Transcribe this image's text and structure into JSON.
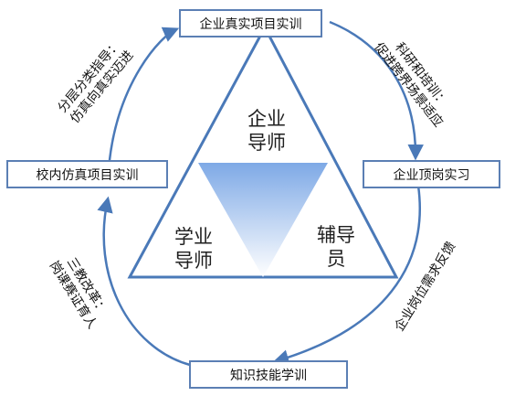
{
  "nodes": {
    "top": "企业真实项目实训",
    "right": "企业顶岗实习",
    "bottom": "知识技能学训",
    "left": "校内仿真项目实训"
  },
  "roles": {
    "enterprise_mentor": [
      "企业",
      "导师"
    ],
    "academic_mentor": [
      "学业",
      "导师"
    ],
    "counselor": [
      "辅导",
      "员"
    ]
  },
  "arc_labels": {
    "top_left": [
      "分层分类指导：",
      "仿真向真实迈进"
    ],
    "top_right": [
      "科研和培训：",
      "促进跨界场景适应"
    ],
    "bottom_left": [
      "三教改革：",
      "岗课赛证育人"
    ],
    "bottom_right": [
      "企业岗位需求反馈"
    ]
  },
  "colors": {
    "accent": "#4a79b8",
    "node_border": "#5b7fb4",
    "gradient_top": "#7ea9e6",
    "gradient_bottom": "#ffffff"
  }
}
